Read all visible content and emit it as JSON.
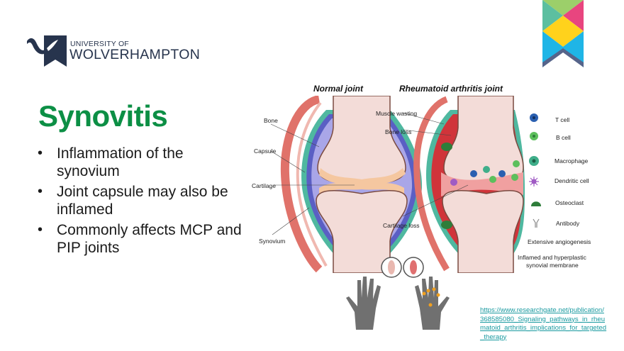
{
  "logo": {
    "line1": "UNIVERSITY OF",
    "line2": "WOLVERHAMPTON",
    "color": "#27344d"
  },
  "slide": {
    "title": "Synovitis",
    "title_color": "#0c8f45",
    "bullets": [
      "Inflammation of the synovium",
      "Joint capsule may also be inflamed",
      "Commonly affects MCP and PIP joints"
    ]
  },
  "diagram": {
    "normal_heading": "Normal  joint",
    "ra_heading": "Rheumatoid  arthritis  joint",
    "normal_labels": {
      "bone": "Bone",
      "capsule": "Capsule",
      "cartilage": "Cartilage",
      "synovium": "Synovium"
    },
    "ra_labels": {
      "muscle_wasting": "Muscle wasting",
      "bone_loss": "Bone loss",
      "cartilage_loss": "Cartilage loss",
      "angiogenesis": "Extensive  angiogenesis",
      "membrane_line1": "Inflamed and hyperplastic",
      "membrane_line2": "synovial membrane"
    },
    "legend": [
      {
        "label": "T cell",
        "icon": "t-cell-icon",
        "color": "#2a5fb0"
      },
      {
        "label": "B cell",
        "icon": "b-cell-icon",
        "color": "#5cbf5c"
      },
      {
        "label": "Macrophage",
        "icon": "macrophage-icon",
        "color": "#3fae8a"
      },
      {
        "label": "Dendritic  cell",
        "icon": "dendritic-cell-icon",
        "color": "#a05bc4"
      },
      {
        "label": "Osteoclast",
        "icon": "osteoclast-icon",
        "color": "#2e7d3a"
      },
      {
        "label": "Antibody",
        "icon": "antibody-icon",
        "color": "#888888"
      }
    ]
  },
  "reference": {
    "url_text": "https://www.researchgate.net/publication/368585080_Signaling_pathways_in_rheumatoid_arthritis_implications_for_targeted_therapy"
  },
  "badge": {
    "colors": [
      "#9ccf6a",
      "#5cbfa0",
      "#e8457f",
      "#ffd21c",
      "#1fb5e6",
      "#56648a"
    ]
  }
}
